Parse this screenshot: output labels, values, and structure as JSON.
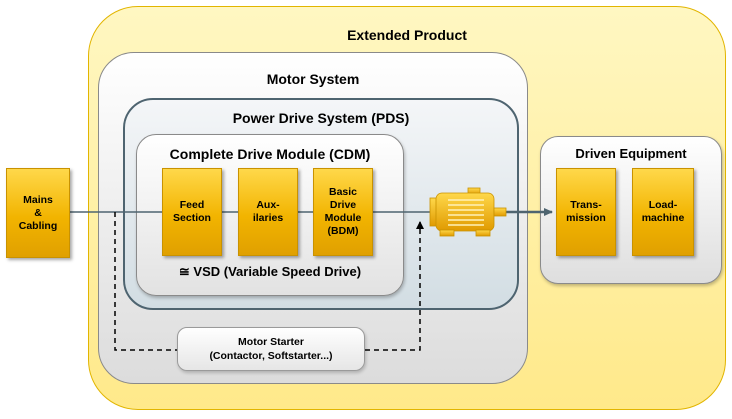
{
  "extended_product": {
    "label": "Extended Product"
  },
  "motor_system": {
    "label": "Motor System"
  },
  "pds": {
    "label": "Power Drive System (PDS)"
  },
  "cdm": {
    "label": "Complete Drive Module (CDM)",
    "vsd_note": "≅ VSD (Variable Speed Drive)",
    "blocks": [
      {
        "line1": "Feed",
        "line2": "Section"
      },
      {
        "line1": "Aux-",
        "line2": "ilaries"
      },
      {
        "line1": "Basic",
        "line2": "Drive",
        "line3": "Module",
        "line4": "(BDM)"
      }
    ]
  },
  "mains": {
    "line1": "Mains",
    "line2": "&",
    "line3": "Cabling"
  },
  "driven": {
    "label": "Driven Equipment",
    "blocks": [
      {
        "line1": "Trans-",
        "line2": "mission"
      },
      {
        "line1": "Load-",
        "line2": "machine"
      }
    ]
  },
  "motor_starter": {
    "line1": "Motor Starter",
    "line2": "(Contactor, Softstarter...)"
  },
  "motor_icon": "electric-motor-icon",
  "colors": {
    "yellow_block": "#f2b400",
    "pds_border": "#4e6470",
    "line": "#4e6470"
  }
}
